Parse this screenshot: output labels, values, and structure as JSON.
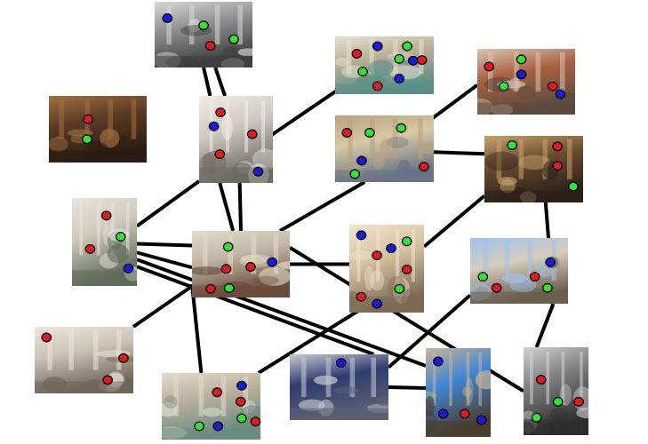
{
  "diagram": {
    "title": "",
    "colors": {
      "background": "#ffffff",
      "edge": "#000000",
      "keypoint_red": "#e8191a",
      "keypoint_green": "#2ee62e",
      "keypoint_blue": "#1a1ae6",
      "keypoint_outline": "#000000"
    },
    "nodes": [
      {
        "id": "p1",
        "subject": "trevi-statues-closeup-grayscale",
        "palette": [
          "#8f8f8f",
          "#d8d8d8",
          "#3e3e3e"
        ]
      },
      {
        "id": "p2",
        "subject": "trevi-fountain-water-sculptures",
        "palette": [
          "#b9ae95",
          "#e6e0cf",
          "#5a8f86"
        ]
      },
      {
        "id": "p3",
        "subject": "street-crowd-police-officer",
        "palette": [
          "#a9603f",
          "#d7c6b3",
          "#5c4b3f"
        ]
      },
      {
        "id": "p4",
        "subject": "underground-brick-ruins",
        "palette": [
          "#5b3a24",
          "#a1703f",
          "#2a1c12"
        ]
      },
      {
        "id": "p5",
        "subject": "trevi-statue-column-detail",
        "palette": [
          "#cfcac0",
          "#f0ede6",
          "#6d6a63"
        ]
      },
      {
        "id": "p6",
        "subject": "piazza-fountain-daylight",
        "palette": [
          "#d9c8a6",
          "#b7a37d",
          "#6a7285"
        ]
      },
      {
        "id": "p7",
        "subject": "trevi-fountain-night",
        "palette": [
          "#6a4b2f",
          "#c8a46a",
          "#2a211a"
        ]
      },
      {
        "id": "p8",
        "subject": "neptune-statue-niche",
        "palette": [
          "#cfc9bd",
          "#e9e5dc",
          "#5e6b5a"
        ]
      },
      {
        "id": "p9",
        "subject": "tourist-at-trevi-fountain",
        "palette": [
          "#c0b7a6",
          "#e4dcc9",
          "#6b4b3a"
        ]
      },
      {
        "id": "p10",
        "subject": "statue-closeup-sunlit",
        "palette": [
          "#d8c3a3",
          "#f1e4cf",
          "#7c6a55"
        ]
      },
      {
        "id": "p11",
        "subject": "trevi-attic-blue-sky",
        "palette": [
          "#d7cdbb",
          "#9fc3ea",
          "#6a5f4f"
        ]
      },
      {
        "id": "p12",
        "subject": "trevi-niche-statues",
        "palette": [
          "#cbc4b5",
          "#ece7dd",
          "#6e6759"
        ]
      },
      {
        "id": "p13",
        "subject": "trevi-basin-rocks-water",
        "palette": [
          "#b9b09c",
          "#e2dccd",
          "#6a8c80"
        ]
      },
      {
        "id": "p14",
        "subject": "trevi-facade-wide-dusk",
        "palette": [
          "#2e3d6e",
          "#c9c9d2",
          "#5a5f73"
        ]
      },
      {
        "id": "p15",
        "subject": "trevi-facade-blue-sky",
        "palette": [
          "#3f86d6",
          "#cab597",
          "#4b3d2f"
        ]
      },
      {
        "id": "p16",
        "subject": "trevi-sculpture-grayscale",
        "palette": [
          "#7d7d7d",
          "#d3d3d3",
          "#2d2d2d"
        ]
      }
    ],
    "keypoints": [
      {
        "node": "p1",
        "color": "blue",
        "u": 0.13,
        "v": 0.25
      },
      {
        "node": "p1",
        "color": "green",
        "u": 0.5,
        "v": 0.36
      },
      {
        "node": "p1",
        "color": "red",
        "u": 0.57,
        "v": 0.67
      },
      {
        "node": "p1",
        "color": "green",
        "u": 0.81,
        "v": 0.57
      },
      {
        "node": "p2",
        "color": "red",
        "u": 0.22,
        "v": 0.3
      },
      {
        "node": "p2",
        "color": "blue",
        "u": 0.43,
        "v": 0.17
      },
      {
        "node": "p2",
        "color": "green",
        "u": 0.73,
        "v": 0.17
      },
      {
        "node": "p2",
        "color": "green",
        "u": 0.65,
        "v": 0.39
      },
      {
        "node": "p2",
        "color": "blue",
        "u": 0.79,
        "v": 0.42
      },
      {
        "node": "p2",
        "color": "red",
        "u": 0.88,
        "v": 0.41
      },
      {
        "node": "p2",
        "color": "green",
        "u": 0.28,
        "v": 0.61
      },
      {
        "node": "p2",
        "color": "blue",
        "u": 0.65,
        "v": 0.73
      },
      {
        "node": "p2",
        "color": "red",
        "u": 0.43,
        "v": 0.86
      },
      {
        "node": "p3",
        "color": "red",
        "u": 0.12,
        "v": 0.27
      },
      {
        "node": "p3",
        "color": "green",
        "u": 0.45,
        "v": 0.16
      },
      {
        "node": "p3",
        "color": "blue",
        "u": 0.45,
        "v": 0.39
      },
      {
        "node": "p3",
        "color": "green",
        "u": 0.27,
        "v": 0.57
      },
      {
        "node": "p3",
        "color": "red",
        "u": 0.77,
        "v": 0.57
      },
      {
        "node": "p3",
        "color": "blue",
        "u": 0.85,
        "v": 0.69
      },
      {
        "node": "p4",
        "color": "red",
        "u": 0.4,
        "v": 0.35
      },
      {
        "node": "p4",
        "color": "green",
        "u": 0.39,
        "v": 0.65
      },
      {
        "node": "p5",
        "color": "red",
        "u": 0.29,
        "v": 0.19
      },
      {
        "node": "p5",
        "color": "blue",
        "u": 0.2,
        "v": 0.35
      },
      {
        "node": "p5",
        "color": "red",
        "u": 0.72,
        "v": 0.44
      },
      {
        "node": "p5",
        "color": "red",
        "u": 0.28,
        "v": 0.67
      },
      {
        "node": "p5",
        "color": "blue",
        "u": 0.8,
        "v": 0.87
      },
      {
        "node": "p6",
        "color": "red",
        "u": 0.12,
        "v": 0.26
      },
      {
        "node": "p6",
        "color": "green",
        "u": 0.35,
        "v": 0.26
      },
      {
        "node": "p6",
        "color": "green",
        "u": 0.67,
        "v": 0.19
      },
      {
        "node": "p6",
        "color": "blue",
        "u": 0.27,
        "v": 0.68
      },
      {
        "node": "p6",
        "color": "green",
        "u": 0.2,
        "v": 0.88
      },
      {
        "node": "p6",
        "color": "red",
        "u": 0.9,
        "v": 0.77
      },
      {
        "node": "p7",
        "color": "green",
        "u": 0.28,
        "v": 0.14
      },
      {
        "node": "p7",
        "color": "red",
        "u": 0.74,
        "v": 0.16
      },
      {
        "node": "p7",
        "color": "red",
        "u": 0.74,
        "v": 0.45
      },
      {
        "node": "p7",
        "color": "green",
        "u": 0.9,
        "v": 0.76
      },
      {
        "node": "p8",
        "color": "red",
        "u": 0.53,
        "v": 0.2
      },
      {
        "node": "p8",
        "color": "green",
        "u": 0.75,
        "v": 0.44
      },
      {
        "node": "p8",
        "color": "red",
        "u": 0.28,
        "v": 0.58
      },
      {
        "node": "p8",
        "color": "blue",
        "u": 0.87,
        "v": 0.8
      },
      {
        "node": "p9",
        "color": "green",
        "u": 0.37,
        "v": 0.24
      },
      {
        "node": "p9",
        "color": "red",
        "u": 0.35,
        "v": 0.57
      },
      {
        "node": "p9",
        "color": "red",
        "u": 0.6,
        "v": 0.54
      },
      {
        "node": "p9",
        "color": "blue",
        "u": 0.82,
        "v": 0.47
      },
      {
        "node": "p9",
        "color": "red",
        "u": 0.19,
        "v": 0.87
      },
      {
        "node": "p9",
        "color": "green",
        "u": 0.38,
        "v": 0.86
      },
      {
        "node": "p10",
        "color": "blue",
        "u": 0.16,
        "v": 0.12
      },
      {
        "node": "p10",
        "color": "blue",
        "u": 0.56,
        "v": 0.27
      },
      {
        "node": "p10",
        "color": "green",
        "u": 0.77,
        "v": 0.19
      },
      {
        "node": "p10",
        "color": "red",
        "u": 0.37,
        "v": 0.35
      },
      {
        "node": "p10",
        "color": "red",
        "u": 0.77,
        "v": 0.51
      },
      {
        "node": "p10",
        "color": "green",
        "u": 0.67,
        "v": 0.73
      },
      {
        "node": "p10",
        "color": "red",
        "u": 0.16,
        "v": 0.82
      },
      {
        "node": "p10",
        "color": "blue",
        "u": 0.37,
        "v": 0.9
      },
      {
        "node": "p11",
        "color": "blue",
        "u": 0.82,
        "v": 0.37
      },
      {
        "node": "p11",
        "color": "green",
        "u": 0.13,
        "v": 0.59
      },
      {
        "node": "p11",
        "color": "red",
        "u": 0.27,
        "v": 0.76
      },
      {
        "node": "p11",
        "color": "red",
        "u": 0.66,
        "v": 0.59
      },
      {
        "node": "p11",
        "color": "green",
        "u": 0.79,
        "v": 0.76
      },
      {
        "node": "p12",
        "color": "red",
        "u": 0.12,
        "v": 0.16
      },
      {
        "node": "p12",
        "color": "red",
        "u": 0.9,
        "v": 0.47
      },
      {
        "node": "p12",
        "color": "red",
        "u": 0.74,
        "v": 0.8
      },
      {
        "node": "p13",
        "color": "blue",
        "u": 0.81,
        "v": 0.19
      },
      {
        "node": "p13",
        "color": "red",
        "u": 0.56,
        "v": 0.29
      },
      {
        "node": "p13",
        "color": "red",
        "u": 0.8,
        "v": 0.43
      },
      {
        "node": "p13",
        "color": "green",
        "u": 0.81,
        "v": 0.68
      },
      {
        "node": "p13",
        "color": "green",
        "u": 0.38,
        "v": 0.8
      },
      {
        "node": "p13",
        "color": "blue",
        "u": 0.57,
        "v": 0.8
      },
      {
        "node": "p13",
        "color": "red",
        "u": 0.95,
        "v": 0.73
      },
      {
        "node": "p14",
        "color": "blue",
        "u": 0.52,
        "v": 0.13
      },
      {
        "node": "p15",
        "color": "blue",
        "u": 0.19,
        "v": 0.15
      },
      {
        "node": "p15",
        "color": "blue",
        "u": 0.27,
        "v": 0.74
      },
      {
        "node": "p15",
        "color": "red",
        "u": 0.6,
        "v": 0.74
      },
      {
        "node": "p15",
        "color": "blue",
        "u": 0.86,
        "v": 0.81
      },
      {
        "node": "p16",
        "color": "red",
        "u": 0.27,
        "v": 0.37
      },
      {
        "node": "p16",
        "color": "green",
        "u": 0.53,
        "v": 0.62
      },
      {
        "node": "p16",
        "color": "red",
        "u": 0.85,
        "v": 0.62
      },
      {
        "node": "p16",
        "color": "green",
        "u": 0.2,
        "v": 0.8
      }
    ],
    "edges": [
      [
        "p1",
        "p5"
      ],
      [
        "p1",
        "p5"
      ],
      [
        "p2",
        "p5"
      ],
      [
        "p3",
        "p6"
      ],
      [
        "p5",
        "p9"
      ],
      [
        "p5",
        "p9"
      ],
      [
        "p5",
        "p8"
      ],
      [
        "p6",
        "p9"
      ],
      [
        "p6",
        "p7"
      ],
      [
        "p7",
        "p10"
      ],
      [
        "p7",
        "p11"
      ],
      [
        "p8",
        "p9"
      ],
      [
        "p8",
        "p9"
      ],
      [
        "p8",
        "p15"
      ],
      [
        "p8",
        "p14"
      ],
      [
        "p9",
        "p10"
      ],
      [
        "p9",
        "p12"
      ],
      [
        "p9",
        "p13"
      ],
      [
        "p9",
        "p16"
      ],
      [
        "p10",
        "p13"
      ],
      [
        "p11",
        "p14"
      ],
      [
        "p11",
        "p16"
      ],
      [
        "p14",
        "p15"
      ]
    ]
  }
}
